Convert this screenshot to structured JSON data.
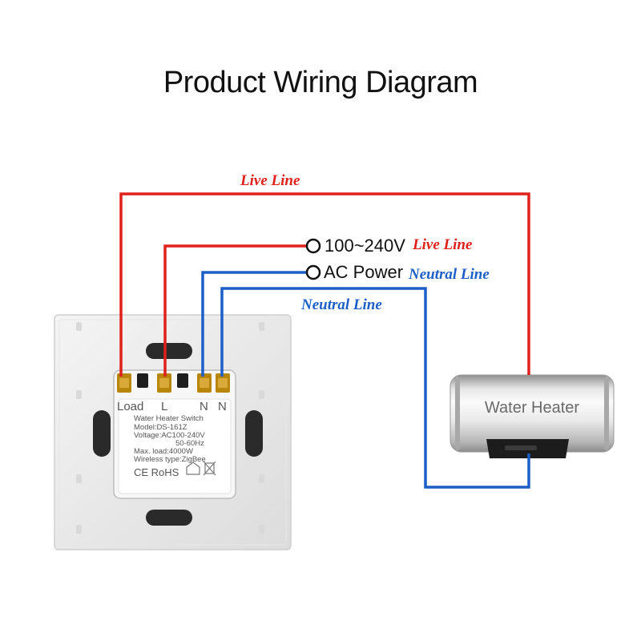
{
  "title": "Product Wiring Diagram",
  "wire_labels": {
    "live_top": "Live Line",
    "live_power": "Live Line",
    "neutral_power": "Neutral Line",
    "neutral_heater": "Neutral Line"
  },
  "power_source": {
    "voltage": "100~240V",
    "type": "AC Power"
  },
  "terminals": [
    "Load",
    "L",
    "N",
    "N"
  ],
  "switch_specs": {
    "name": "Water Heater Switch",
    "model": "Model:DS-161Z",
    "voltage": "Voltage:AC100-240V",
    "frequency": "50-60Hz",
    "max_load": "Max. load:4000W",
    "wireless": "Wireless type:ZigBee",
    "certs": "CE RoHS"
  },
  "appliance": "Water Heater",
  "colors": {
    "live": "#e0211b",
    "neutral": "#1c5fc8"
  }
}
